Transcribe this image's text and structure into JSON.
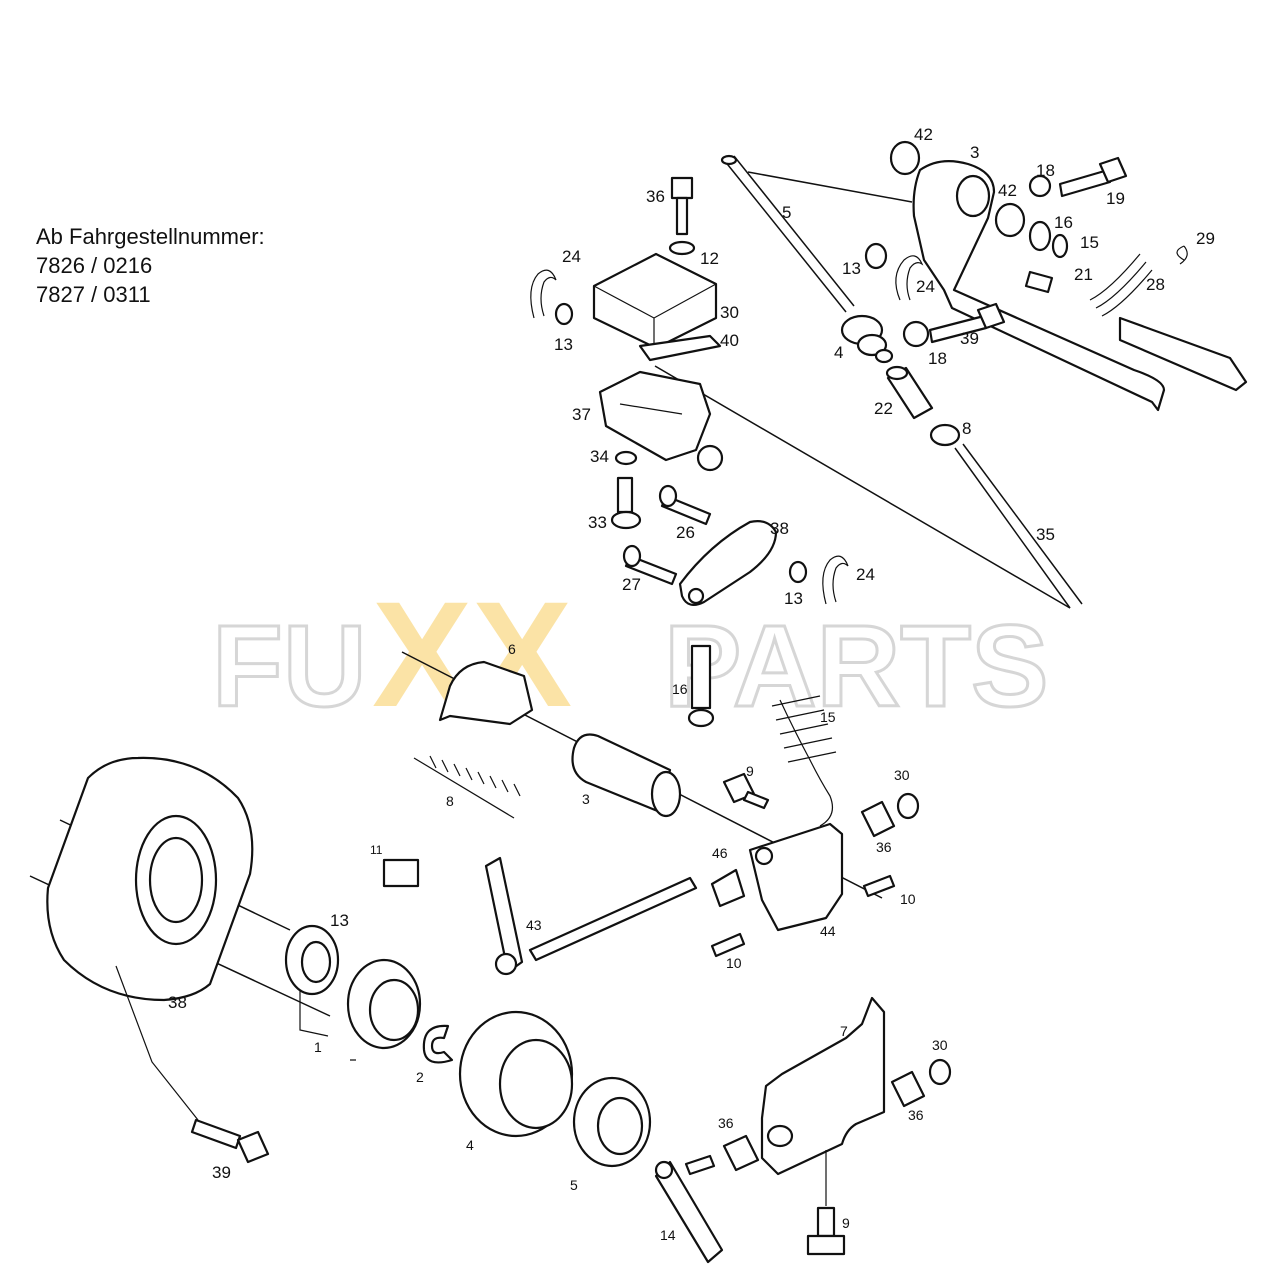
{
  "header": {
    "line1": "Ab Fahrgestellnummer:",
    "line2": "7826 / 0216",
    "line3": "7827 / 0311"
  },
  "watermark": {
    "left": "FU",
    "middle": "XX",
    "right": "PARTS",
    "colors": {
      "letters": "#e8e8e8",
      "x": "#fbe3a6"
    }
  },
  "callouts": {
    "c42a": "42",
    "c3a": "3",
    "c18a": "18",
    "c19": "19",
    "c42b": "42",
    "c16a": "16",
    "c15a": "15",
    "c29": "29",
    "c5a": "5",
    "c13a": "13",
    "c24a": "24",
    "c21": "21",
    "c28": "28",
    "c4a": "4",
    "c18b": "18",
    "c39a": "39",
    "c22": "22",
    "c8a": "8",
    "c35": "35",
    "c36a": "36",
    "c12": "12",
    "c24b": "24",
    "c13b": "13",
    "c30a": "30",
    "c40": "40",
    "c37": "37",
    "c34": "34",
    "c33": "33",
    "c26": "26",
    "c38a": "38",
    "c27": "27",
    "c13c": "13",
    "c24c": "24",
    "c6": "6",
    "c16b": "16",
    "c15b": "15",
    "c3b": "3",
    "c8b": "8",
    "c9a": "9",
    "c30b": "30",
    "c36b": "36",
    "c11": "11",
    "c46": "46",
    "c10a": "10",
    "c43": "43",
    "c44": "44",
    "c10b": "10",
    "c13d": "13",
    "c38b": "38",
    "c1": "1",
    "c2": "2",
    "c4b": "4",
    "c5b": "5",
    "c7": "7",
    "c30c": "30",
    "c36c": "36",
    "c36d": "36",
    "c39b": "39",
    "c14": "14",
    "c9b": "9"
  }
}
